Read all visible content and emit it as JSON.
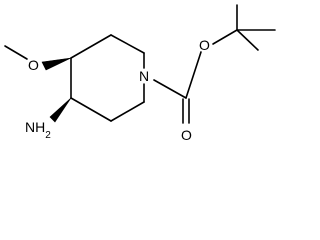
{
  "molecule": {
    "atom_labels": {
      "ring_nitrogen": "N",
      "carbonyl_oxygen": "O",
      "ester_oxygen": "O",
      "methoxy_oxygen": "O",
      "amine": "NH2"
    },
    "colors": {
      "bonds": "#000000",
      "labels": "#000000",
      "background": "#ffffff"
    }
  }
}
